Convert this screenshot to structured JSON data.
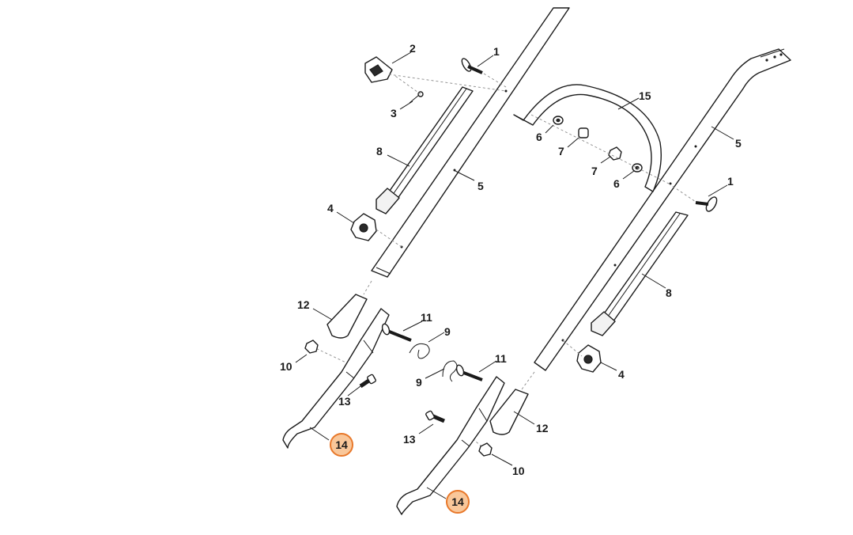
{
  "diagram": {
    "labels": {
      "l1a": "1",
      "l1b": "1",
      "l2": "2",
      "l3": "3",
      "l4a": "4",
      "l4b": "4",
      "l5a": "5",
      "l5b": "5",
      "l6a": "6",
      "l6b": "6",
      "l7a": "7",
      "l7b": "7",
      "l8a": "8",
      "l8b": "8",
      "l9a": "9",
      "l9b": "9",
      "l10a": "10",
      "l10b": "10",
      "l11a": "11",
      "l11b": "11",
      "l12a": "12",
      "l12b": "12",
      "l13a": "13",
      "l13b": "13",
      "l14a": "14",
      "l14b": "14",
      "l15": "15"
    },
    "highlight_color": "#e8782a"
  }
}
